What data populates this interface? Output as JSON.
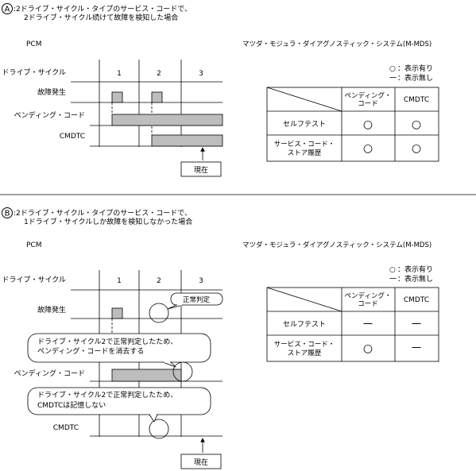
{
  "sections": [
    {
      "marker": "A",
      "caption_line1": ":2ドライブ・サイクル・タイプのサービス・コードで、",
      "caption_line2": "2ドライブ・サイクル続けて故障を検知した場合",
      "timing": {
        "title": "PCM",
        "rows": [
          "ドライブ・サイクル",
          "故障発生",
          "ペンディング・コード",
          "CMDTC"
        ],
        "cycles": [
          "1",
          "2",
          "3"
        ],
        "now_label": "現在"
      },
      "mdds": {
        "title": "マツダ・モジュラ・ダイアグノスティック・システム(M-MDS)",
        "legend": [
          {
            "mark": "○",
            "text": "：表示有り"
          },
          {
            "mark": "一",
            "text": "：表示無し"
          }
        ],
        "columns": [
          "ペンディング・コード",
          "CMDTC"
        ],
        "rows": [
          {
            "label": "セルフテスト",
            "cells": [
              "○",
              "○"
            ]
          },
          {
            "label": "サービス・コード・ストア履歴",
            "cells": [
              "○",
              "○"
            ]
          }
        ]
      }
    },
    {
      "marker": "B",
      "caption_line1": ":2ドライブ・サイクル・タイプのサービス・コードで、",
      "caption_line2": "1ドライブ・サイクルしか故障を検知しなかった場合",
      "timing": {
        "title": "PCM",
        "rows": [
          "ドライブ・サイクル",
          "故障発生",
          "ペンディング・コード",
          "CMDTC"
        ],
        "cycles": [
          "1",
          "2",
          "3"
        ],
        "now_label": "現在",
        "callouts": [
          {
            "lines": [
              "正常判定"
            ]
          },
          {
            "lines": [
              "ドライブ・サイクル2で正常判定したため、",
              "ペンディング・コードを消去する"
            ]
          },
          {
            "lines": [
              "ドライブ・サイクル2で正常判定したため、",
              "CMDTCは記憶しない"
            ]
          }
        ]
      },
      "mdds": {
        "title": "マツダ・モジュラ・ダイアグノスティック・システム(M-MDS)",
        "legend": [
          {
            "mark": "○",
            "text": "：表示有り"
          },
          {
            "mark": "一",
            "text": "：表示無し"
          }
        ],
        "columns": [
          "ペンディング・コード",
          "CMDTC"
        ],
        "rows": [
          {
            "label": "セルフテスト",
            "cells": [
              "一",
              "一"
            ]
          },
          {
            "label": "サービス・コード・ストア履歴",
            "cells": [
              "○",
              "一"
            ]
          }
        ]
      }
    }
  ]
}
